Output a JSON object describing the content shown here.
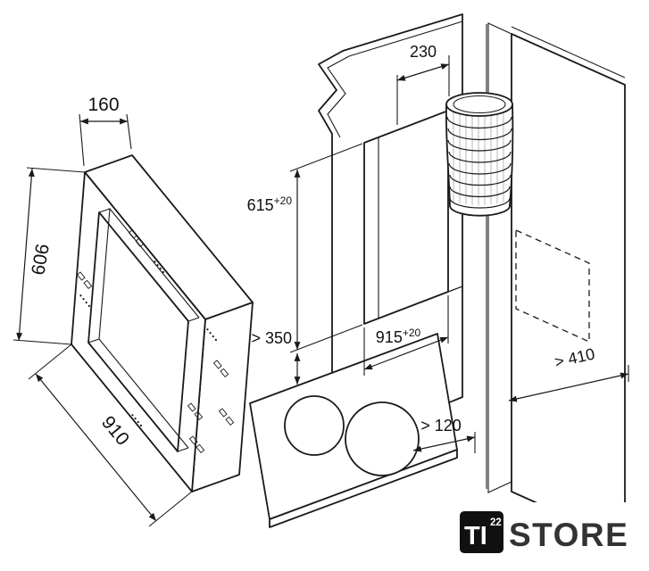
{
  "drawing": {
    "frame_view": {
      "depth": "160",
      "height": "606",
      "width": "910"
    },
    "installation_view": {
      "duct_clearance": "230",
      "niche_height": "615",
      "niche_height_tolerance": "+20",
      "clearance_below_niche": "> 350",
      "niche_width": "915",
      "niche_width_tolerance": "+20",
      "side_clearance": "> 410",
      "min_distance_to_hob": "> 120"
    }
  },
  "logo": {
    "box_text": "TI",
    "box_superscript": "22",
    "store_text": "STORE"
  },
  "colors": {
    "line": "#1a1a1a",
    "gap_shading": "#c4c4c4",
    "logo_box": "#101010",
    "background": "#ffffff"
  }
}
